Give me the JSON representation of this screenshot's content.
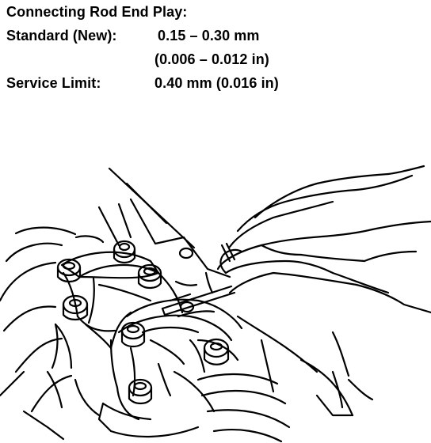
{
  "spec": {
    "heading": "Connecting Rod End Play:",
    "standard_label": "Standard (New):",
    "standard_metric": "0.15 – 0.30 mm",
    "standard_imperial": "(0.006 – 0.012 in)",
    "service_label": "Service Limit:",
    "service_value": "0.40 mm (0.016 in)"
  },
  "illustration": {
    "subject": "feeler-gauge-measuring-connecting-rod-end-play",
    "line_color": "#000000",
    "background": "#ffffff"
  }
}
